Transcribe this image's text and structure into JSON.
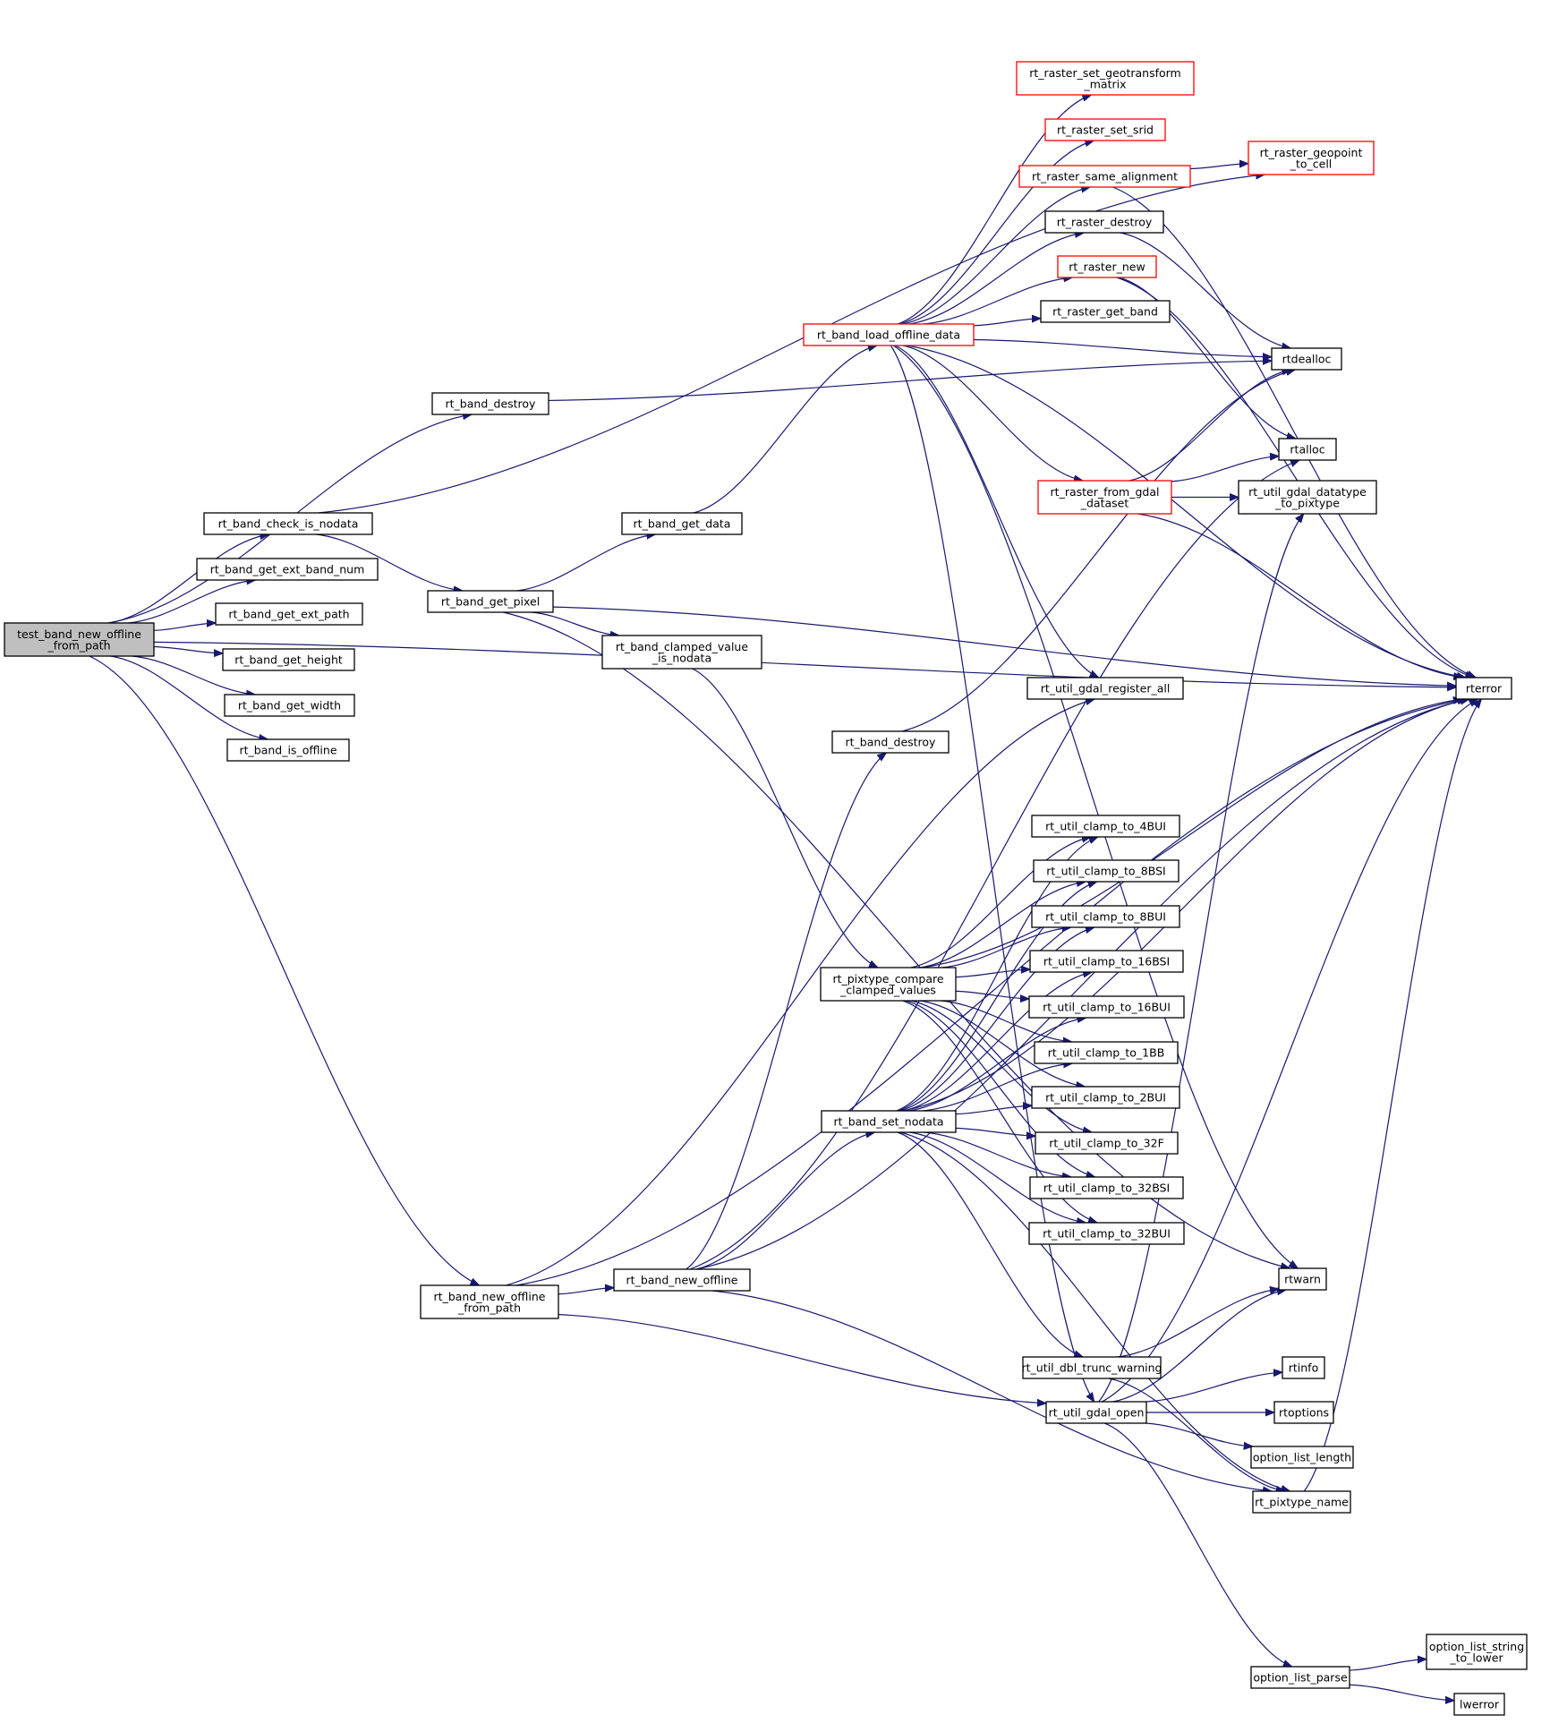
{
  "title": "test_band_new_offline_from_path call graph",
  "colors": {
    "edge": "#191970",
    "root_fill": "#bfbfbf",
    "truncated_border": "#ff0000",
    "node_border": "#000000"
  },
  "nodes": [
    {
      "id": "root",
      "label": [
        "test_band_new_offline",
        "_from_path"
      ],
      "kind": "root"
    },
    {
      "id": "rt_band_destroy_a",
      "label": [
        "rt_band_destroy"
      ]
    },
    {
      "id": "rt_band_check_is_nodata",
      "label": [
        "rt_band_check_is_nodata"
      ]
    },
    {
      "id": "rt_band_get_ext_band_num",
      "label": [
        "rt_band_get_ext_band_num"
      ]
    },
    {
      "id": "rt_band_get_ext_path",
      "label": [
        "rt_band_get_ext_path"
      ]
    },
    {
      "id": "rt_band_get_height",
      "label": [
        "rt_band_get_height"
      ]
    },
    {
      "id": "rt_band_get_width",
      "label": [
        "rt_band_get_width"
      ]
    },
    {
      "id": "rt_band_is_offline",
      "label": [
        "rt_band_is_offline"
      ]
    },
    {
      "id": "rt_band_new_offline_from_path",
      "label": [
        "rt_band_new_offline",
        "_from_path"
      ]
    },
    {
      "id": "rt_band_get_pixel",
      "label": [
        "rt_band_get_pixel"
      ]
    },
    {
      "id": "rt_band_get_data",
      "label": [
        "rt_band_get_data"
      ]
    },
    {
      "id": "rt_band_clamped_value_is_nodata",
      "label": [
        "rt_band_clamped_value",
        "_is_nodata"
      ]
    },
    {
      "id": "rt_band_load_offline_data",
      "label": [
        "rt_band_load_offline_data"
      ],
      "kind": "truncated"
    },
    {
      "id": "rt_band_destroy_b",
      "label": [
        "rt_band_destroy"
      ]
    },
    {
      "id": "rt_pixtype_compare_clamped_values",
      "label": [
        "rt_pixtype_compare",
        "_clamped_values"
      ]
    },
    {
      "id": "rt_band_set_nodata",
      "label": [
        "rt_band_set_nodata"
      ]
    },
    {
      "id": "rt_band_new_offline",
      "label": [
        "rt_band_new_offline"
      ]
    },
    {
      "id": "rt_raster_set_geotransform_matrix",
      "label": [
        "rt_raster_set_geotransform",
        "_matrix"
      ],
      "kind": "truncated"
    },
    {
      "id": "rt_raster_set_srid",
      "label": [
        "rt_raster_set_srid"
      ],
      "kind": "truncated"
    },
    {
      "id": "rt_raster_same_alignment",
      "label": [
        "rt_raster_same_alignment"
      ],
      "kind": "truncated"
    },
    {
      "id": "rt_raster_destroy",
      "label": [
        "rt_raster_destroy"
      ]
    },
    {
      "id": "rt_raster_new",
      "label": [
        "rt_raster_new"
      ],
      "kind": "truncated"
    },
    {
      "id": "rt_raster_get_band",
      "label": [
        "rt_raster_get_band"
      ]
    },
    {
      "id": "rt_raster_from_gdal_dataset",
      "label": [
        "rt_raster_from_gdal",
        "_dataset"
      ],
      "kind": "truncated"
    },
    {
      "id": "rt_util_gdal_register_all",
      "label": [
        "rt_util_gdal_register_all"
      ]
    },
    {
      "id": "rt_util_clamp_to_4BUI",
      "label": [
        "rt_util_clamp_to_4BUI"
      ]
    },
    {
      "id": "rt_util_clamp_to_8BSI",
      "label": [
        "rt_util_clamp_to_8BSI"
      ]
    },
    {
      "id": "rt_util_clamp_to_8BUI",
      "label": [
        "rt_util_clamp_to_8BUI"
      ]
    },
    {
      "id": "rt_util_clamp_to_16BSI",
      "label": [
        "rt_util_clamp_to_16BSI"
      ]
    },
    {
      "id": "rt_util_clamp_to_16BUI",
      "label": [
        "rt_util_clamp_to_16BUI"
      ]
    },
    {
      "id": "rt_util_clamp_to_1BB",
      "label": [
        "rt_util_clamp_to_1BB"
      ]
    },
    {
      "id": "rt_util_clamp_to_2BUI",
      "label": [
        "rt_util_clamp_to_2BUI"
      ]
    },
    {
      "id": "rt_util_clamp_to_32F",
      "label": [
        "rt_util_clamp_to_32F"
      ]
    },
    {
      "id": "rt_util_clamp_to_32BSI",
      "label": [
        "rt_util_clamp_to_32BSI"
      ]
    },
    {
      "id": "rt_util_clamp_to_32BUI",
      "label": [
        "rt_util_clamp_to_32BUI"
      ]
    },
    {
      "id": "rt_util_dbl_trunc_warning",
      "label": [
        "rt_util_dbl_trunc_warning"
      ]
    },
    {
      "id": "rt_util_gdal_open",
      "label": [
        "rt_util_gdal_open"
      ]
    },
    {
      "id": "rt_raster_geopoint_to_cell",
      "label": [
        "rt_raster_geopoint",
        "_to_cell"
      ],
      "kind": "truncated"
    },
    {
      "id": "rtdealloc",
      "label": [
        "rtdealloc"
      ]
    },
    {
      "id": "rtalloc",
      "label": [
        "rtalloc"
      ]
    },
    {
      "id": "rt_util_gdal_datatype_to_pixtype",
      "label": [
        "rt_util_gdal_datatype",
        "_to_pixtype"
      ]
    },
    {
      "id": "rterror",
      "label": [
        "rterror"
      ]
    },
    {
      "id": "rtwarn",
      "label": [
        "rtwarn"
      ]
    },
    {
      "id": "rtinfo",
      "label": [
        "rtinfo"
      ]
    },
    {
      "id": "rtoptions",
      "label": [
        "rtoptions"
      ]
    },
    {
      "id": "option_list_length",
      "label": [
        "option_list_length"
      ]
    },
    {
      "id": "rt_pixtype_name",
      "label": [
        "rt_pixtype_name"
      ]
    },
    {
      "id": "option_list_parse",
      "label": [
        "option_list_parse"
      ]
    },
    {
      "id": "option_list_string_to_lower",
      "label": [
        "option_list_string",
        "_to_lower"
      ]
    },
    {
      "id": "lwerror",
      "label": [
        "lwerror"
      ]
    }
  ],
  "edges": [
    [
      "root",
      "rt_band_destroy_a"
    ],
    [
      "root",
      "rt_band_check_is_nodata"
    ],
    [
      "root",
      "rt_band_get_ext_band_num"
    ],
    [
      "root",
      "rt_band_get_ext_path"
    ],
    [
      "root",
      "rt_band_get_height"
    ],
    [
      "root",
      "rt_band_get_width"
    ],
    [
      "root",
      "rt_band_is_offline"
    ],
    [
      "root",
      "rt_band_new_offline_from_path"
    ],
    [
      "root",
      "rterror"
    ],
    [
      "rt_band_destroy_a",
      "rtdealloc"
    ],
    [
      "rt_band_check_is_nodata",
      "rt_band_get_pixel"
    ],
    [
      "rt_band_check_is_nodata",
      "rt_raster_geopoint_to_cell"
    ],
    [
      "rt_band_get_pixel",
      "rt_band_get_data"
    ],
    [
      "rt_band_get_pixel",
      "rt_band_clamped_value_is_nodata"
    ],
    [
      "rt_band_get_pixel",
      "rterror"
    ],
    [
      "rt_band_get_pixel",
      "rtwarn"
    ],
    [
      "rt_band_get_data",
      "rt_band_load_offline_data"
    ],
    [
      "rt_band_clamped_value_is_nodata",
      "rt_pixtype_compare_clamped_values"
    ],
    [
      "rt_band_load_offline_data",
      "rt_raster_set_geotransform_matrix"
    ],
    [
      "rt_band_load_offline_data",
      "rt_raster_set_srid"
    ],
    [
      "rt_band_load_offline_data",
      "rt_raster_same_alignment"
    ],
    [
      "rt_band_load_offline_data",
      "rt_raster_destroy"
    ],
    [
      "rt_band_load_offline_data",
      "rt_raster_new"
    ],
    [
      "rt_band_load_offline_data",
      "rt_raster_get_band"
    ],
    [
      "rt_band_load_offline_data",
      "rtdealloc"
    ],
    [
      "rt_band_load_offline_data",
      "rt_raster_from_gdal_dataset"
    ],
    [
      "rt_band_load_offline_data",
      "rt_util_gdal_register_all"
    ],
    [
      "rt_band_load_offline_data",
      "rt_util_gdal_open"
    ],
    [
      "rt_band_load_offline_data",
      "rterror"
    ],
    [
      "rt_band_load_offline_data",
      "rtwarn"
    ],
    [
      "rt_raster_same_alignment",
      "rt_raster_geopoint_to_cell"
    ],
    [
      "rt_raster_same_alignment",
      "rterror"
    ],
    [
      "rt_raster_destroy",
      "rtdealloc"
    ],
    [
      "rt_raster_new",
      "rtalloc"
    ],
    [
      "rt_raster_new",
      "rterror"
    ],
    [
      "rt_raster_from_gdal_dataset",
      "rtdealloc"
    ],
    [
      "rt_raster_from_gdal_dataset",
      "rtalloc"
    ],
    [
      "rt_raster_from_gdal_dataset",
      "rt_util_gdal_datatype_to_pixtype"
    ],
    [
      "rt_raster_from_gdal_dataset",
      "rterror"
    ],
    [
      "rt_band_new_offline_from_path",
      "rt_band_new_offline"
    ],
    [
      "rt_band_new_offline_from_path",
      "rt_util_gdal_register_all"
    ],
    [
      "rt_band_new_offline_from_path",
      "rt_util_gdal_open"
    ],
    [
      "rt_band_new_offline_from_path",
      "rterror"
    ],
    [
      "rt_band_new_offline",
      "rt_band_destroy_b"
    ],
    [
      "rt_band_new_offline",
      "rt_band_set_nodata"
    ],
    [
      "rt_band_new_offline",
      "rt_pixtype_name"
    ],
    [
      "rt_band_new_offline",
      "rterror"
    ],
    [
      "rt_band_new_offline",
      "rtalloc"
    ],
    [
      "rt_band_destroy_b",
      "rtdealloc"
    ],
    [
      "rt_pixtype_compare_clamped_values",
      "rt_util_clamp_to_4BUI"
    ],
    [
      "rt_pixtype_compare_clamped_values",
      "rt_util_clamp_to_8BSI"
    ],
    [
      "rt_pixtype_compare_clamped_values",
      "rt_util_clamp_to_8BUI"
    ],
    [
      "rt_pixtype_compare_clamped_values",
      "rt_util_clamp_to_16BSI"
    ],
    [
      "rt_pixtype_compare_clamped_values",
      "rt_util_clamp_to_16BUI"
    ],
    [
      "rt_pixtype_compare_clamped_values",
      "rt_util_clamp_to_1BB"
    ],
    [
      "rt_pixtype_compare_clamped_values",
      "rt_util_clamp_to_2BUI"
    ],
    [
      "rt_pixtype_compare_clamped_values",
      "rt_util_clamp_to_32F"
    ],
    [
      "rt_pixtype_compare_clamped_values",
      "rt_util_clamp_to_32BSI"
    ],
    [
      "rt_pixtype_compare_clamped_values",
      "rt_util_clamp_to_32BUI"
    ],
    [
      "rt_pixtype_compare_clamped_values",
      "rterror"
    ],
    [
      "rt_band_set_nodata",
      "rt_util_clamp_to_4BUI"
    ],
    [
      "rt_band_set_nodata",
      "rt_util_clamp_to_8BSI"
    ],
    [
      "rt_band_set_nodata",
      "rt_util_clamp_to_8BUI"
    ],
    [
      "rt_band_set_nodata",
      "rt_util_clamp_to_16BSI"
    ],
    [
      "rt_band_set_nodata",
      "rt_util_clamp_to_16BUI"
    ],
    [
      "rt_band_set_nodata",
      "rt_util_clamp_to_1BB"
    ],
    [
      "rt_band_set_nodata",
      "rt_util_clamp_to_2BUI"
    ],
    [
      "rt_band_set_nodata",
      "rt_util_clamp_to_32F"
    ],
    [
      "rt_band_set_nodata",
      "rt_util_clamp_to_32BSI"
    ],
    [
      "rt_band_set_nodata",
      "rt_util_clamp_to_32BUI"
    ],
    [
      "rt_band_set_nodata",
      "rt_util_dbl_trunc_warning"
    ],
    [
      "rt_band_set_nodata",
      "rt_pixtype_name"
    ],
    [
      "rt_band_set_nodata",
      "rterror"
    ],
    [
      "rt_util_dbl_trunc_warning",
      "rtwarn"
    ],
    [
      "rt_util_dbl_trunc_warning",
      "rt_pixtype_name"
    ],
    [
      "rt_util_gdal_open",
      "rtwarn"
    ],
    [
      "rt_util_gdal_open",
      "rtinfo"
    ],
    [
      "rt_util_gdal_open",
      "rtoptions"
    ],
    [
      "rt_util_gdal_open",
      "option_list_length"
    ],
    [
      "rt_util_gdal_open",
      "option_list_parse"
    ],
    [
      "rt_util_gdal_open",
      "rterror"
    ],
    [
      "rt_util_gdal_open",
      "rt_util_gdal_datatype_to_pixtype"
    ],
    [
      "rt_pixtype_name",
      "rterror"
    ],
    [
      "option_list_parse",
      "option_list_string_to_lower"
    ],
    [
      "option_list_parse",
      "lwerror"
    ]
  ]
}
